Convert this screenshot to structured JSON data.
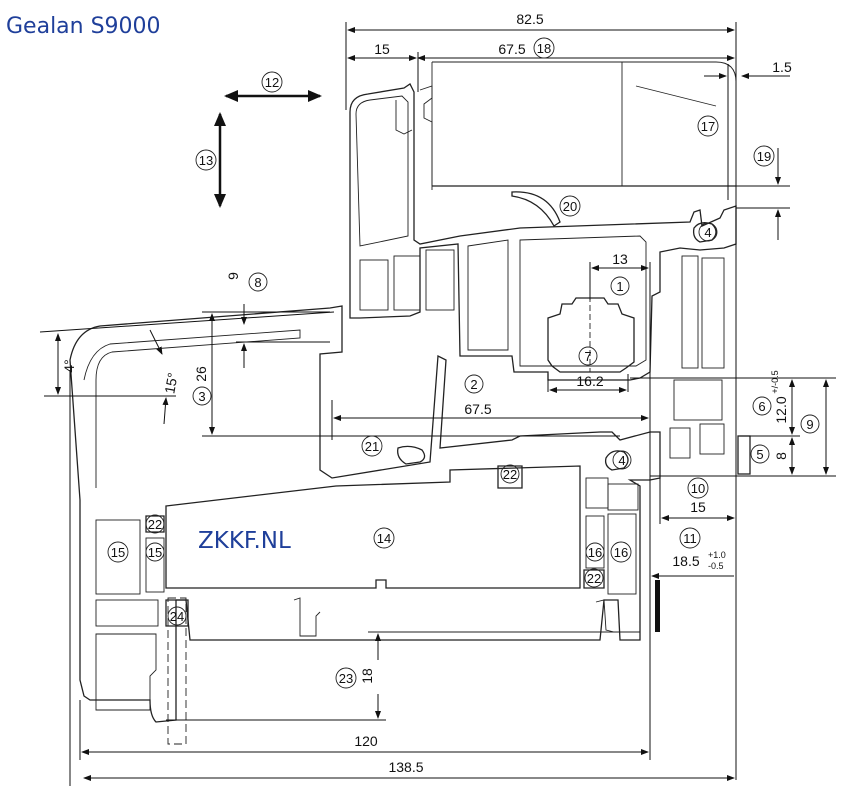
{
  "title": "Gealan S9000",
  "watermark": "ZKKF.NL",
  "dimensions": {
    "d82_5": "82.5",
    "d15_top": "15",
    "d67_5_top": "67.5",
    "d1_5": "1.5",
    "d13": "13",
    "d16_2": "16.2",
    "d67_5_mid": "67.5",
    "d26": "26",
    "d9": "9",
    "d4deg": "4°",
    "d15deg": "15°",
    "d12": "12.0",
    "d12_tol": "+/-0.5",
    "d8": "8",
    "d15_right": "15",
    "d18_5": "18.5",
    "d18_5_tol_up": "+1.0",
    "d18_5_tol_dn": "-0.5",
    "d18_bottom": "18",
    "d120": "120",
    "d138_5": "138.5"
  },
  "callouts": {
    "c1": "1",
    "c2": "2",
    "c3": "3",
    "c4": "4",
    "c5": "5",
    "c6": "6",
    "c7": "7",
    "c8": "8",
    "c9": "9",
    "c10": "10",
    "c11": "11",
    "c12": "12",
    "c13": "13",
    "c14": "14",
    "c15": "15",
    "c16": "16",
    "c17": "17",
    "c18": "18",
    "c19": "19",
    "c20": "20",
    "c21": "21",
    "c22": "22",
    "c23": "23",
    "c24": "24"
  }
}
